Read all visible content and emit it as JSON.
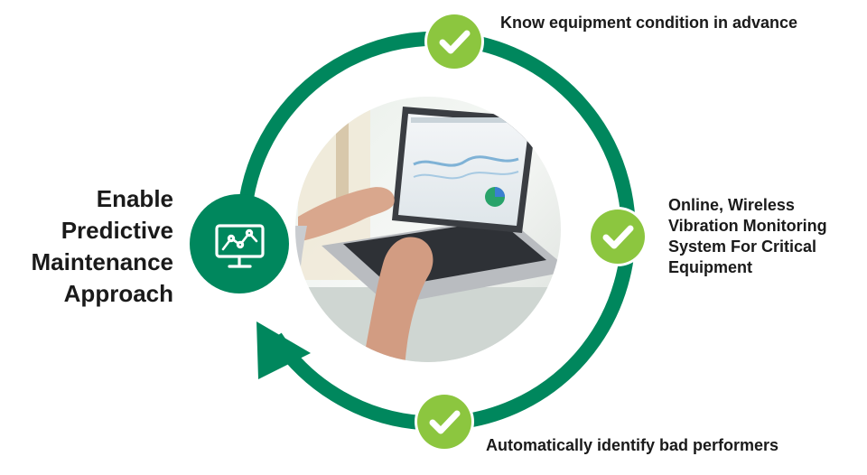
{
  "colors": {
    "ring": "#00875d",
    "check_fill": "#8cc63f",
    "check_mark": "#ffffff",
    "hub_fill": "#00875d"
  },
  "icons": {
    "hub": "monitor-line-chart-icon",
    "check": "checkmark-icon",
    "arrow": "arrow-head-icon",
    "photo": "laptop-analytics-photo"
  },
  "title_lines": [
    "Enable",
    "Predictive",
    "Maintenance",
    "Approach"
  ],
  "benefits": {
    "top": "Know equipment condition in advance",
    "right_lines": [
      "Online, Wireless",
      "Vibration Monitoring",
      "System For Critical",
      "Equipment"
    ],
    "bottom": "Automatically identify bad performers"
  }
}
